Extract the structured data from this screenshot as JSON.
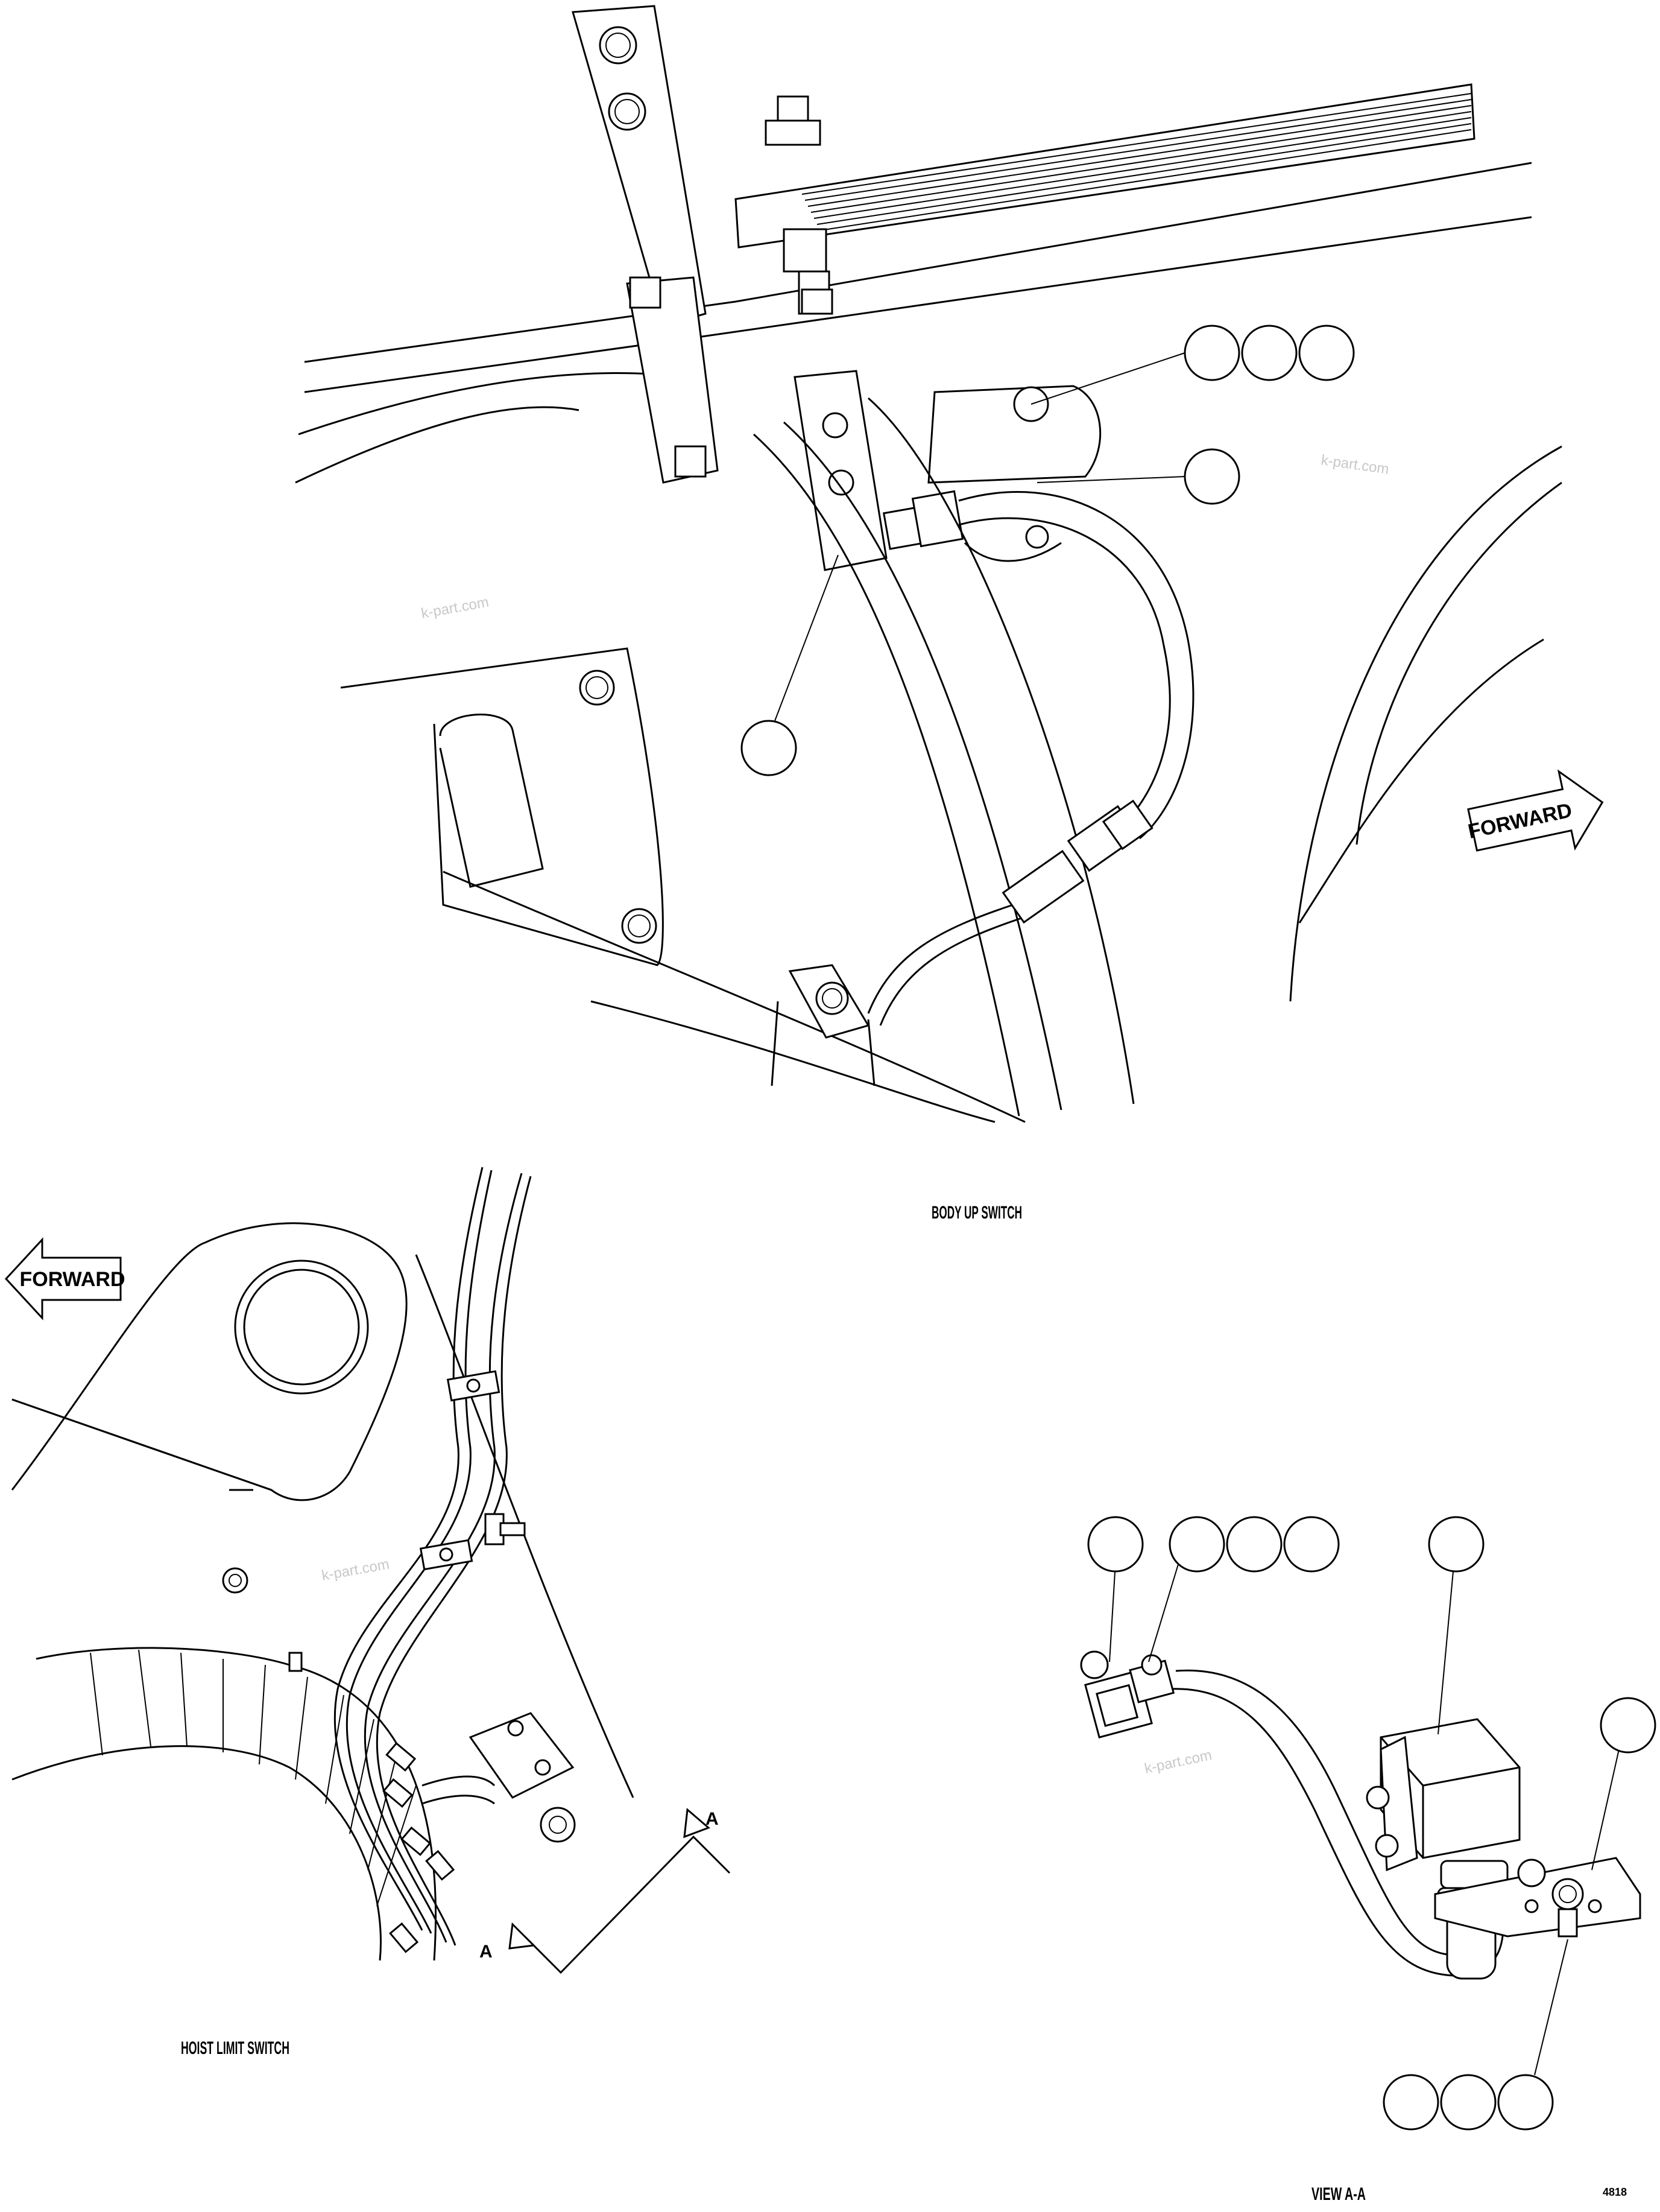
{
  "labels": {
    "forward_top": "FORWARD",
    "forward_left": "FORWARD",
    "body_up_switch": "BODY UP SWITCH",
    "hoist_limit_switch": "HOIST LIMIT SWITCH",
    "view_aa": "VIEW A-A",
    "section_mark_top": "A",
    "section_mark_bottom": "A",
    "drawing_number": "4818"
  },
  "watermark": "k-part.com",
  "callout_balloons": {
    "body_up_top_group_count": 3,
    "body_up_right": 1,
    "body_up_left": 1,
    "view_aa_top_group_count": 4,
    "view_aa_top_single": 1,
    "view_aa_right": 1,
    "view_aa_bottom_group_count": 3
  }
}
